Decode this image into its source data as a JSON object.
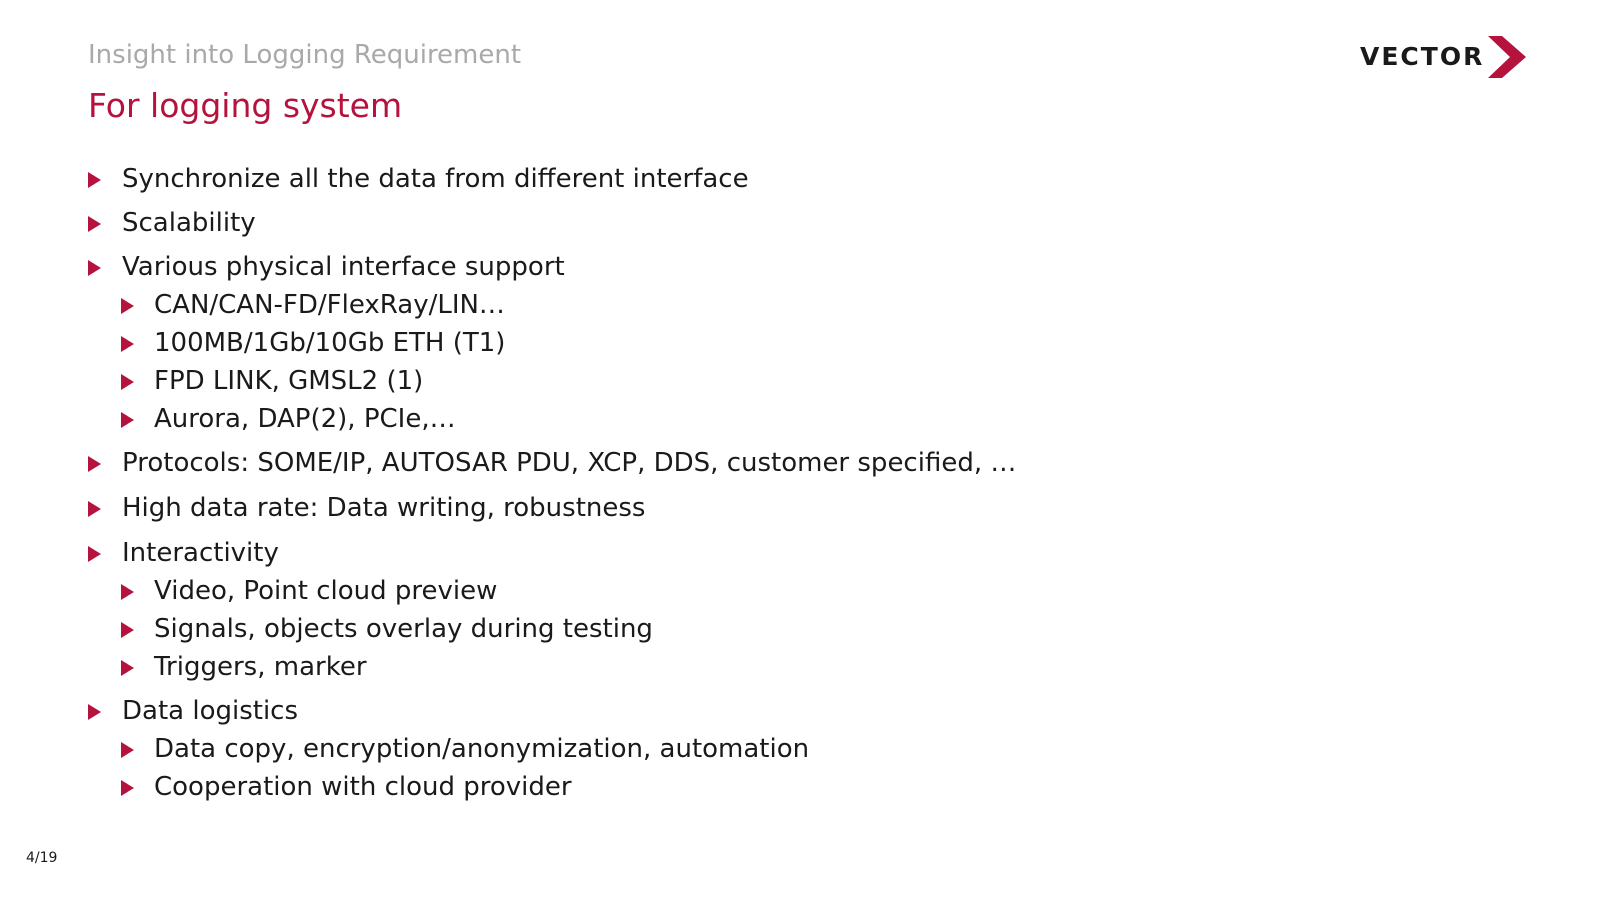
{
  "header": {
    "supertitle": "Insight into Logging Requirement",
    "title": "For logging system"
  },
  "logo": {
    "text": "VECTOR",
    "mark_icon": "vector-chevron-icon",
    "mark_color": "#b5123e"
  },
  "colors": {
    "accent": "#b5123e",
    "supertitle": "#a9a9a9",
    "text": "#1a1a1a"
  },
  "bullets": [
    {
      "level": 1,
      "text": "Synchronize all the data from different interface"
    },
    {
      "level": 1,
      "text": "Scalability"
    },
    {
      "level": 1,
      "text": "Various physical interface support"
    },
    {
      "level": 2,
      "text": "CAN/CAN-FD/FlexRay/LIN…"
    },
    {
      "level": 2,
      "text": "100MB/1Gb/10Gb ETH (T1)"
    },
    {
      "level": 2,
      "text": "FPD LINK, GMSL2 (1)"
    },
    {
      "level": 2,
      "text": "Aurora, DAP(2), PCIe,…"
    },
    {
      "level": 1,
      "text": "Protocols: SOME/IP, AUTOSAR PDU, XCP, DDS, customer specified, …"
    },
    {
      "level": 1,
      "text": "High data rate: Data writing, robustness"
    },
    {
      "level": 1,
      "text": "Interactivity"
    },
    {
      "level": 2,
      "text": "Video, Point cloud preview"
    },
    {
      "level": 2,
      "text": "Signals, objects overlay during testing"
    },
    {
      "level": 2,
      "text": "Triggers, marker"
    },
    {
      "level": 1,
      "text": "Data logistics"
    },
    {
      "level": 2,
      "text": "Data copy, encryption/anonymization, automation"
    },
    {
      "level": 2,
      "text": "Cooperation with cloud provider"
    }
  ],
  "footer": {
    "page_number": "4/19"
  }
}
